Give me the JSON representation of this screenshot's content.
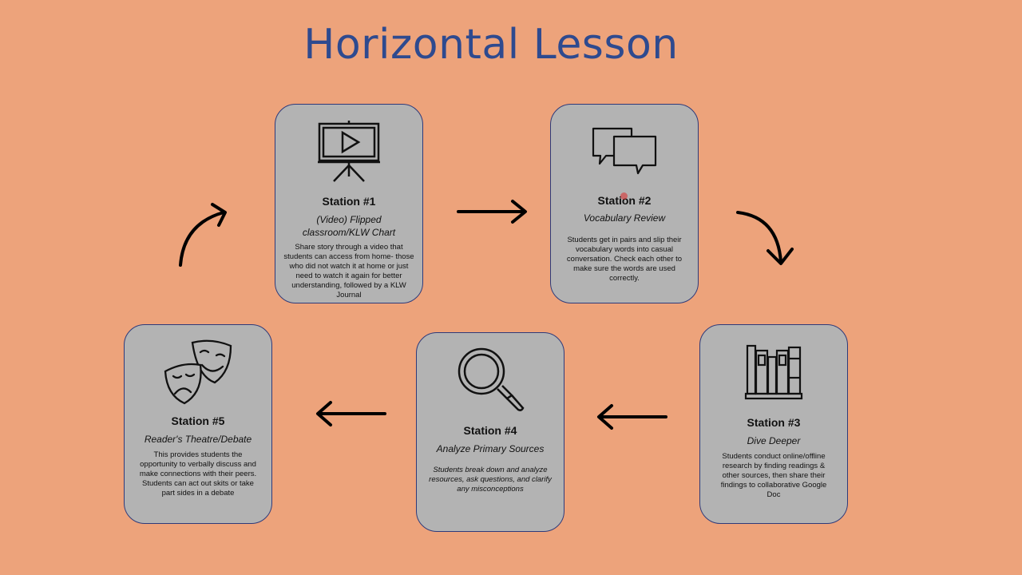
{
  "title": "Horizontal Lesson",
  "stations": [
    {
      "name": "Station #1",
      "subtitle": "(Video) Flipped classroom/KLW Chart",
      "description": "Share story through a video that students can access from home- those who did not watch it at home or just need to watch it again for better understanding, followed by a KLW Journal",
      "icon": "presentation-screen-icon"
    },
    {
      "name": "Station #2",
      "subtitle": "Vocabulary Review",
      "description": "Students get in pairs and slip their vocabulary words into casual conversation. Check each other to make sure the words are used correctly.",
      "icon": "speech-bubbles-icon"
    },
    {
      "name": "Station #3",
      "subtitle": "Dive Deeper",
      "description": "Students conduct online/offline research by finding readings & other sources, then share their findings to collaborative Google Doc",
      "icon": "books-icon"
    },
    {
      "name": "Station #4",
      "subtitle": "Analyze Primary Sources",
      "description": "Students break down and analyze resources, ask questions, and clarify any misconceptions",
      "icon": "magnifier-icon"
    },
    {
      "name": "Station #5",
      "subtitle": "Reader's Theatre/Debate",
      "description": "This provides students the opportunity to verbally discuss and make connections with their peers. Students can act out skits or take part sides in a debate",
      "icon": "theatre-masks-icon"
    }
  ],
  "colors": {
    "background": "#EDA37B",
    "card": "#B3B3B3",
    "card_border": "#2E3A7A",
    "title": "#2E4A8F"
  }
}
